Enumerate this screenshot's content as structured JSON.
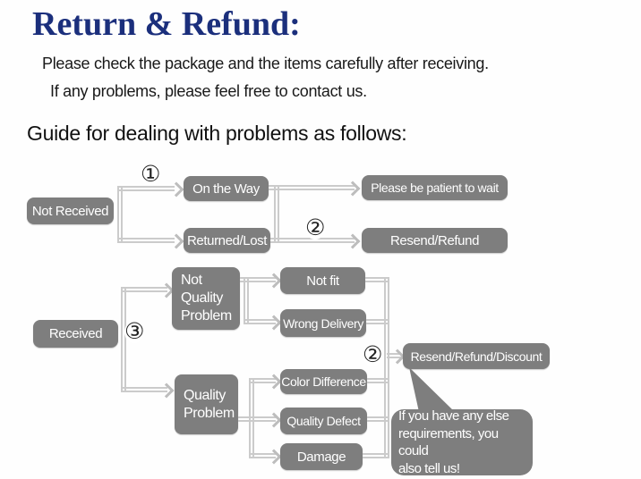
{
  "title": "Return & Refund:",
  "intro": {
    "line1": "Please check the package and the items carefully after receiving.",
    "line2": "If any problems, please feel free to contact us."
  },
  "guide_heading": "Guide for dealing with problems as follows:",
  "colors": {
    "title_navy": "#1b2f7c",
    "node_gray": "#7e7e7e",
    "line_gray": "#cbcbcb",
    "arrow_gray": "#bdbdbd",
    "node_text": "#ffffff",
    "text_dark": "#1a1a1a"
  },
  "flow": {
    "markers": {
      "step1": "①",
      "step2_top": "②",
      "step3": "③",
      "step2_bottom": "②"
    },
    "nodes": {
      "not_received": "Not Received",
      "on_the_way": "On the Way",
      "returned_lost": "Returned/Lost",
      "patient_wait": "Please be patient to wait",
      "resend_refund": "Resend/Refund",
      "received": "Received",
      "not_quality_problem": "Not\nQuality\nProblem",
      "not_fit": "Not fit",
      "wrong_delivery": "Wrong Delivery",
      "quality_problem": "Quality\nProblem",
      "color_difference": "Color Difference",
      "quality_defect": "Quality Defect",
      "damage": "Damage",
      "resend_refund_discount": "Resend/Refund/Discount"
    },
    "note": "If you have any else\nrequirements, you could\nalso tell us!"
  }
}
